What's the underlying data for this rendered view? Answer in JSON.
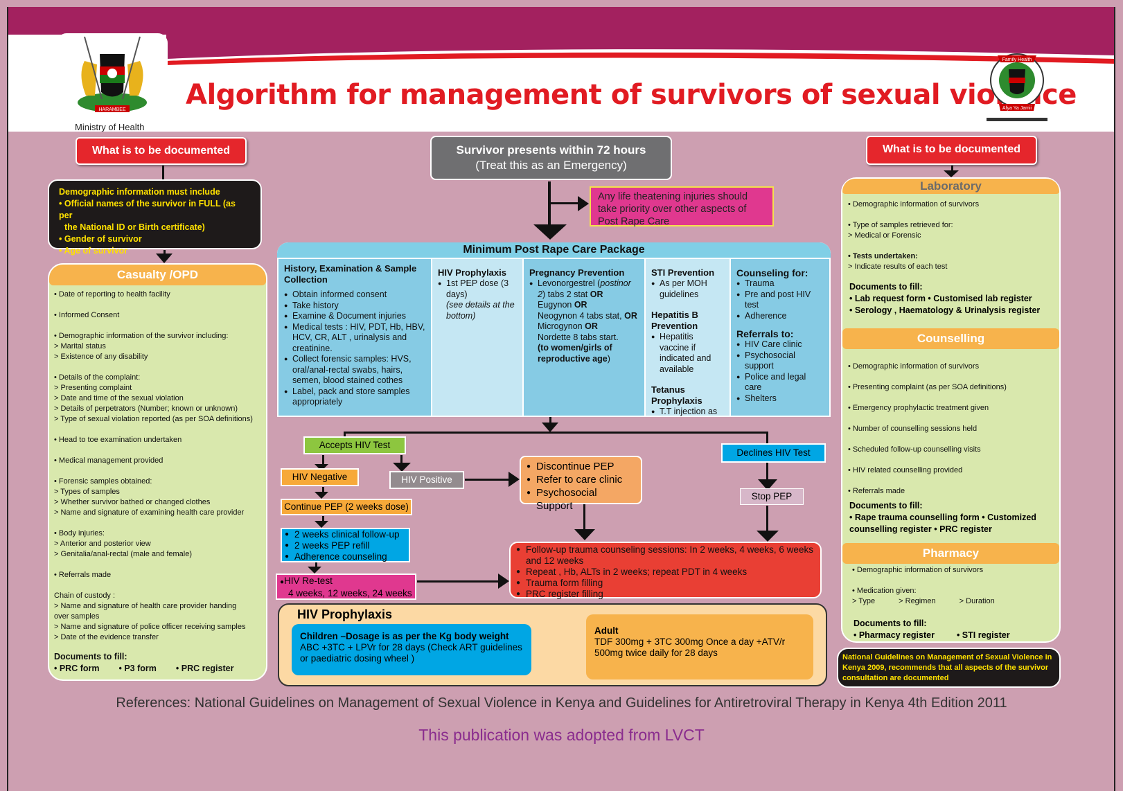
{
  "header": {
    "title": "Algorithm for management of survivors of sexual violence",
    "ministry": "Ministry of Health",
    "coat_of_arms_motto": "HARAMBEE",
    "family_health_logo_top": "Family Health",
    "family_health_logo_bottom": "Afya Ya Jamii"
  },
  "left": {
    "doc_button": "What is to be documented",
    "demographic": {
      "title": "Demographic information must include",
      "items": [
        "• Official names of the survivor in FULL (as per",
        "  the National ID or Birth certificate)",
        "• Gender of survivor",
        "• Age of survivor"
      ]
    },
    "casualty_title": "Casualty /OPD",
    "casualty_items": [
      {
        "t": "• Date of reporting to health facility",
        "b": false
      },
      {
        "t": "",
        "b": false
      },
      {
        "t": "• Informed Consent",
        "b": false
      },
      {
        "t": "",
        "b": false
      },
      {
        "t": "• Demographic information of the survivor  including:",
        "b": false
      },
      {
        "t": "> Marital status",
        "b": false
      },
      {
        "t": "> Existence of any disability",
        "b": false
      },
      {
        "t": "",
        "b": false
      },
      {
        "t": "• Details of the complaint:",
        "b": false
      },
      {
        "t": "> Presenting complaint",
        "b": false
      },
      {
        "t": "> Date and time of the sexual violation",
        "b": false
      },
      {
        "t": "> Details of perpetrators (Number; known or unknown)",
        "b": false
      },
      {
        "t": "> Type of sexual violation reported (as per SOA definitions)",
        "b": false
      },
      {
        "t": "",
        "b": false
      },
      {
        "t": "• Head to toe examination undertaken",
        "b": false
      },
      {
        "t": "",
        "b": false
      },
      {
        "t": "• Medical management provided",
        "b": false
      },
      {
        "t": "",
        "b": false
      },
      {
        "t": "• Forensic samples obtained:",
        "b": false
      },
      {
        "t": "> Types of samples",
        "b": false
      },
      {
        "t": "> Whether survivor bathed or changed clothes",
        "b": false
      },
      {
        "t": "> Name and signature of examining health care provider",
        "b": false
      },
      {
        "t": "",
        "b": false
      },
      {
        "t": "• Body injuries:",
        "b": false
      },
      {
        "t": "> Anterior and posterior view",
        "b": false
      },
      {
        "t": "> Genitalia/anal-rectal (male and female)",
        "b": false
      },
      {
        "t": "",
        "b": false
      },
      {
        "t": "• Referrals made",
        "b": false
      },
      {
        "t": "",
        "b": false
      },
      {
        "t": "  Chain of custody :",
        "b": false
      },
      {
        "t": "> Name and signature of health care provider handing",
        "b": false
      },
      {
        "t": "   over samples",
        "b": false
      },
      {
        "t": "> Name and signature of police officer receiving samples",
        "b": false
      },
      {
        "t": "> Date of the evidence transfer",
        "b": false
      }
    ],
    "docs_title": "Documents to  fill:",
    "docs": [
      "• PRC form",
      "• P3 form",
      "• PRC register"
    ]
  },
  "center": {
    "survivor_line1": "Survivor presents  within 72 hours",
    "survivor_line2": "(Treat this as an Emergency)",
    "life_threat": "Any life theatening injuries should take priority over other aspects of Post  Rape Care",
    "package_title": "Minimum Post Rape Care Package",
    "col1": {
      "title": "History, Examination & Sample Collection",
      "items": [
        "Obtain informed consent",
        "Take history",
        "Examine & Document injuries",
        "Medical tests : HIV, PDT, Hb, HBV, HCV, CR, ALT , urinalysis and creatinine.",
        "Collect  forensic samples: HVS, oral/anal-rectal swabs, hairs, semen, blood stained cothes",
        "Label, pack and store samples appropriately"
      ]
    },
    "col2": {
      "title": "HIV Prophylaxis",
      "item": "1st PEP dose (3 days)",
      "note": "(see details at the bottom)"
    },
    "col3": {
      "title": "Pregnancy Prevention",
      "t1": "Levonorgestrel (",
      "t1i": "postinor 2",
      "t1b": ") tabs 2 stat ",
      "or": "OR",
      "t2": "Eugynon ",
      "t3": "Neogynon 4 tabs stat, ",
      "t4": "Microgynon ",
      "t5": "Nordette 8 tabs start.",
      "t6": "(to women/girls of reproductive age",
      "t6e": ")"
    },
    "col4": {
      "sti_title": "STI Prevention",
      "sti_item": "As per MOH guidelines",
      "hep_title": "Hepatitis B Prevention",
      "hep_item": "Hepatitis vaccine if indicated and available",
      "tet_title": "Tetanus Prophylaxis",
      "tet_item": "T.T injection as per  TT schedule"
    },
    "col5": {
      "c_title": "Counseling for:",
      "c_items": [
        "Trauma",
        "Pre and post HIV test",
        "Adherence"
      ],
      "r_title": "Referrals to:",
      "r_items": [
        "HIV Care clinic",
        "Psychosocial support",
        "Police and legal care",
        "Shelters"
      ]
    },
    "accepts": "Accepts HIV Test",
    "declines": "Declines HIV  Test",
    "hiv_negative": "HIV Negative",
    "hiv_positive": "HIV  Positive",
    "continue_pep": "Continue PEP (2 weeks dose)",
    "discontinue": [
      "Discontinue PEP",
      "Refer to care clinic",
      "Psychosocial Support"
    ],
    "stop_pep": "Stop PEP",
    "followup": [
      "2 weeks clinical follow-up",
      "2 weeks PEP refill",
      "Adherence counseling"
    ],
    "retest_1": "HIV  Re-test",
    "retest_2": "4 weeks, 12 weeks, 24 weeks",
    "trauma": [
      "Follow-up trauma counseling sessions: In 2 weeks, 4 weeks, 6 weeks and 12 weeks",
      "Repeat , Hb, ALTs in 2 weeks; repeat PDT in 4 weeks",
      "Trauma form filling",
      "PRC register filling"
    ],
    "hivp_title": "HIV  Prophylaxis",
    "children_title": "Children –Dosage is as per the Kg body weight",
    "children_text": "ABC +3TC + LPVr for 28 days (Check ART guidelines or paediatric dosing wheel )",
    "adult_title": "Adult",
    "adult_text": "TDF  300mg + 3TC 300mg Once a day +ATV/r 500mg twice daily for 28 days"
  },
  "right": {
    "doc_button": "What is to be documented",
    "lab_title": "Laboratory",
    "lab_items": [
      "• Demographic information of survivors",
      "",
      "• Type of samples retrieved for:",
      "> Medical or Forensic",
      "",
      "• Tests undertaken:",
      "> Indicate results of each test"
    ],
    "lab_docs_title": "Documents to fill:",
    "lab_docs_1": "• Lab request form    • Customised lab register",
    "lab_docs_2": "• Serology , Haematology &  Urinalysis register",
    "couns_title": "Counselling",
    "couns_items": [
      "• Demographic information of survivors",
      "• Presenting complaint  (as per SOA definitions)",
      "• Emergency prophylactic treatment given",
      "• Number of counselling sessions held",
      "• Scheduled follow-up counselling visits",
      "• HIV related counselling provided",
      "• Referrals made"
    ],
    "couns_docs_title": "Documents to fill:",
    "couns_docs_1": "• Rape trauma counselling form    • Customized",
    "couns_docs_2": "counselling register     • PRC register",
    "pharm_title": "Pharmacy",
    "pharm_item": "• Demographic information of survivors",
    "pharm_med": "• Medication given:",
    "pharm_med_items": [
      "> Type",
      "> Regimen",
      "> Duration"
    ],
    "pharm_docs_title": "Documents to fill:",
    "pharm_docs": [
      "• Pharmacy register",
      "• STI register"
    ],
    "note": "National Guidelines on Management of Sexual Violence in Kenya 2009, recommends that all aspects of the survivor consultation are documented"
  },
  "footer": {
    "references": "References: National Guidelines on Management of Sexual Violence in Kenya and Guidelines for Antiretroviral Therapy in Kenya 4th Edition 2011",
    "adopted": "This publication was adopted from LVCT"
  },
  "colors": {
    "brand_magenta": "#a3215f",
    "title_red": "#e11b22",
    "background": "#cd9fb1",
    "panel_green": "#d9e8ad",
    "header_orange": "#f7b34c",
    "package_blue": "#80cfe6"
  }
}
